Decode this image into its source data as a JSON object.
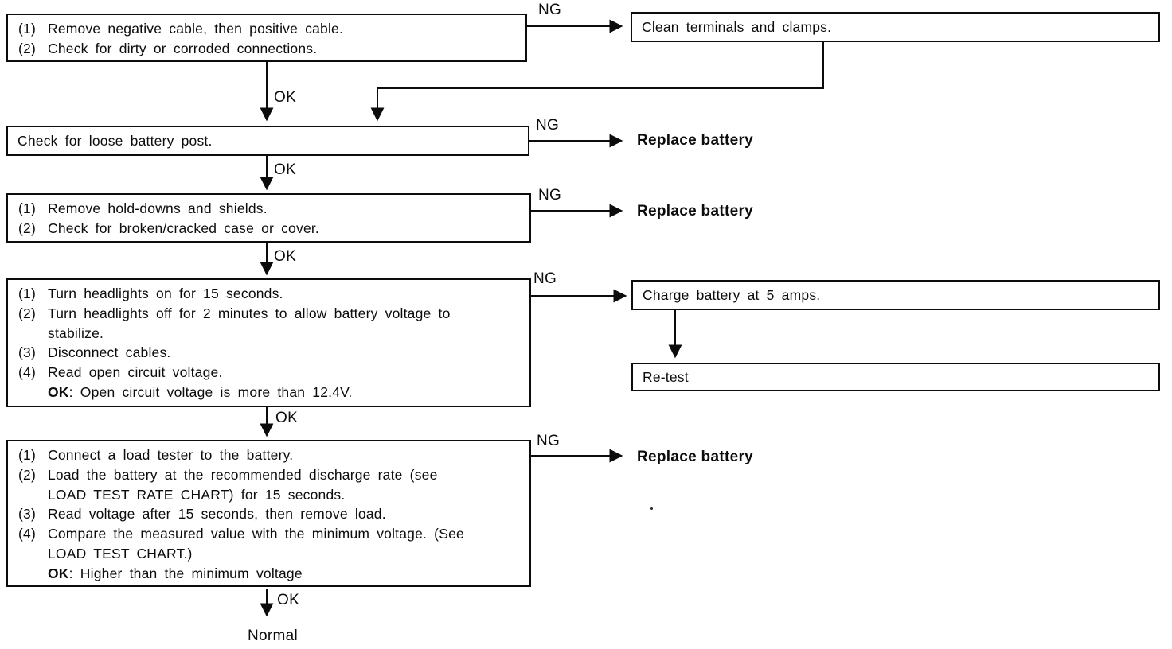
{
  "canvas": {
    "background": "#ffffff",
    "ink": "#0c0c0c"
  },
  "labels": {
    "ok": "OK",
    "ng": "NG",
    "replace_battery": "Replace battery",
    "normal": "Normal"
  },
  "boxes": {
    "step1": {
      "item1_num": "(1)",
      "item1": "Remove negative cable, then positive cable.",
      "item2_num": "(2)",
      "item2": "Check for dirty or corroded connections."
    },
    "clean_terminals": {
      "text": "Clean terminals and clamps."
    },
    "loose_post": {
      "text": "Check for loose battery post."
    },
    "holddowns": {
      "item1_num": "(1)",
      "item1": "Remove hold-downs and shields.",
      "item2_num": "(2)",
      "item2": "Check for broken/cracked case or cover."
    },
    "open_circuit": {
      "item1_num": "(1)",
      "item1": "Turn headlights on for 15 seconds.",
      "item2_num": "(2)",
      "item2_line1": "Turn headlights off for 2 minutes to allow battery voltage to",
      "item2_line2": "stabilize.",
      "item3_num": "(3)",
      "item3": "Disconnect cables.",
      "item4_num": "(4)",
      "item4": "Read open circuit voltage.",
      "ok_label": "OK",
      "ok_text": ": Open circuit voltage is more than 12.4V."
    },
    "charge": {
      "text": "Charge battery at 5 amps."
    },
    "retest": {
      "text": "Re-test"
    },
    "load_test": {
      "item1_num": "(1)",
      "item1": "Connect a load tester to the battery.",
      "item2_num": "(2)",
      "item2_line1": "Load the battery at the recommended discharge rate (see",
      "item2_line2": "LOAD TEST RATE CHART) for 15 seconds.",
      "item3_num": "(3)",
      "item3": "Read voltage after 15 seconds, then remove load.",
      "item4_num": "(4)",
      "item4_line1": "Compare the measured value with the minimum voltage. (See",
      "item4_line2": "LOAD TEST CHART.)",
      "ok_label": "OK",
      "ok_text": ": Higher than the minimum voltage"
    }
  }
}
